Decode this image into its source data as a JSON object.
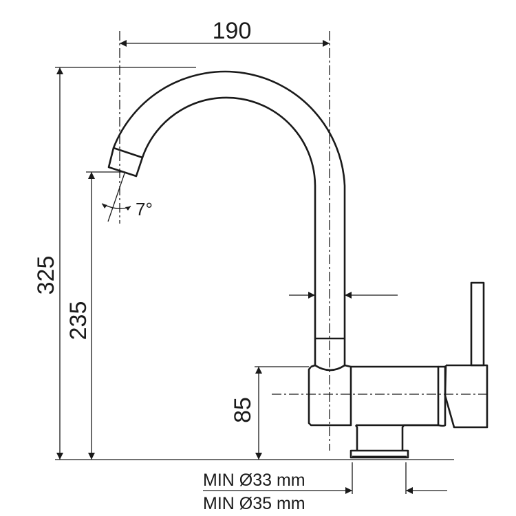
{
  "dimensions": {
    "reach": "190",
    "total_height": "325",
    "spout_height": "235",
    "body_height": "85",
    "angle": "7°",
    "hole_min_1": "MIN Ø33 mm",
    "hole_min_2": "MIN Ø35 mm"
  }
}
